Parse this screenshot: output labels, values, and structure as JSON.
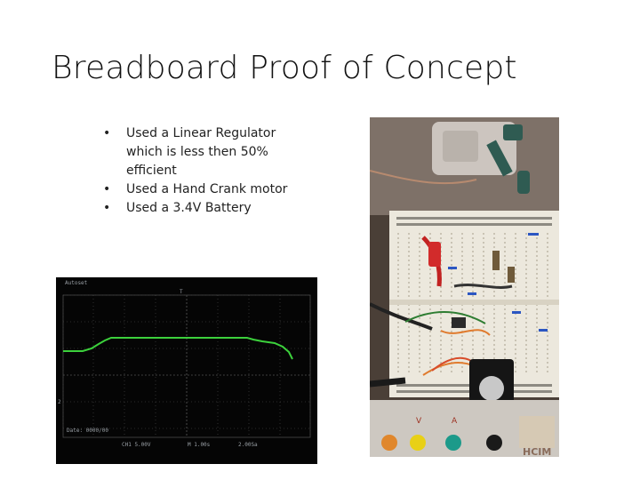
{
  "slide": {
    "title": "Breadboard Proof of Concept",
    "bullets": [
      "Used a Linear Regulator which is less then 50% efficient",
      "Used a Hand Crank motor",
      "Used a 3.4V Battery"
    ],
    "bullet_glyph": "•"
  },
  "scope": {
    "status_text": "Autoset",
    "top_marker": "T",
    "channel_marker": "2",
    "footer_left": "Date: 0000/00",
    "footer_scale_1": "CH1 5.00V",
    "footer_scale_2": "M 1.00s",
    "footer_scale_3": "2.00Sa"
  },
  "photo": {
    "panel_labels": [
      "V",
      "A"
    ],
    "brand_fragment": "HCIM"
  },
  "colors": {
    "trace": "#3cd13c",
    "grid": "#3a3a3a",
    "screen": "#050505"
  }
}
